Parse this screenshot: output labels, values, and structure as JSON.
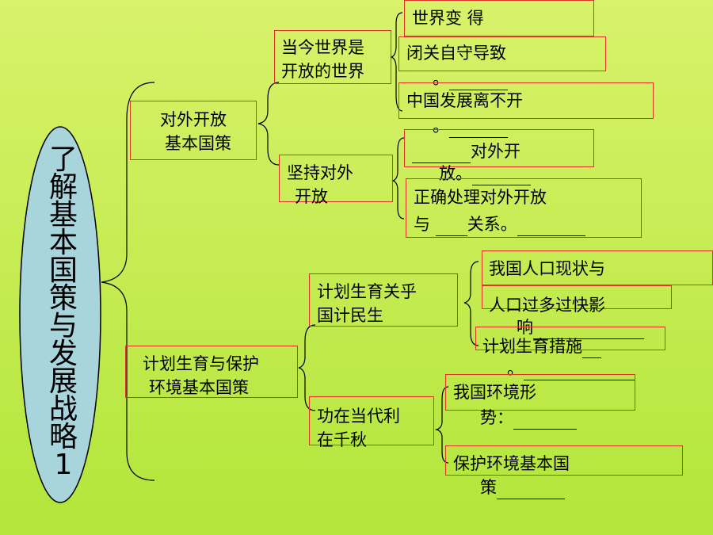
{
  "root": {
    "title": "了解基本国策与发展战略1"
  },
  "branch1": {
    "title_line1": "对外开放",
    "title_line2": "基本国策",
    "sub1": {
      "line1": "当今世界是",
      "line2": "开放的世界",
      "leaves": [
        "世界变 得",
        "闭关自守导致",
        "中国发展离不开"
      ]
    },
    "sub2": {
      "line1": "坚持对外",
      "line2": "开放",
      "leaf1_line1": "对外开",
      "leaf1_line2": "放",
      "leaf2_line1": "正确处理对外开放",
      "leaf2_line2a": "与",
      "leaf2_line2b": "关系"
    }
  },
  "branch2": {
    "title_line1": "计划生育与保护",
    "title_line2": "环境基本国策",
    "sub1": {
      "line1": "计划生育关乎",
      "line2": "国计民生",
      "leaf1": "我国人口现状与",
      "leaf2_line1": "人口过多过快影",
      "leaf2_line2": "响",
      "leaf3": "计划生育措施"
    },
    "sub2": {
      "line1": "功在当代利",
      "line2": "在千秋",
      "leaf1_line1": "我国环境形",
      "leaf1_line2": "势：",
      "leaf2_line1": "保护环境基本国",
      "leaf2_line2": "策"
    }
  },
  "punct": {
    "period": "。"
  }
}
